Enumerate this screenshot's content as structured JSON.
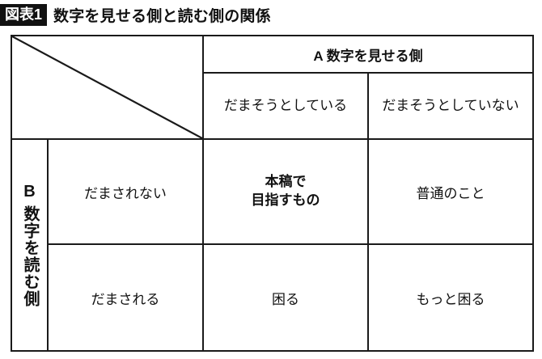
{
  "figure": {
    "badge": "図表1",
    "title": "数字を見せる側と読む側の関係"
  },
  "colors": {
    "header_fill": "#C9FFFF",
    "highlight_fill": "#3596CE",
    "highlight_text": "#FFFFFF",
    "border": "#1A1A1A",
    "badge_bg": "#111111",
    "badge_text": "#FFFFFF"
  },
  "table": {
    "corner_icon": "diagonal-slash",
    "column_axis": {
      "title": "A 数字を見せる側",
      "headers": [
        "だまそうとしている",
        "だまそうとしていない"
      ]
    },
    "row_axis": {
      "title_latin": "B",
      "title_jp": "数字を読む側",
      "headers": [
        "だまされない",
        "だまされる"
      ]
    },
    "cells": [
      [
        {
          "text": "本稿で\n目指すもの",
          "line1": "本稿で",
          "line2": "目指すもの",
          "highlighted": true
        },
        {
          "text": "普通のこと",
          "line1": "普通のこと",
          "line2": "",
          "highlighted": false
        }
      ],
      [
        {
          "text": "困る",
          "line1": "困る",
          "line2": "",
          "highlighted": false
        },
        {
          "text": "もっと困る",
          "line1": "もっと困る",
          "line2": "",
          "highlighted": false
        }
      ]
    ]
  }
}
